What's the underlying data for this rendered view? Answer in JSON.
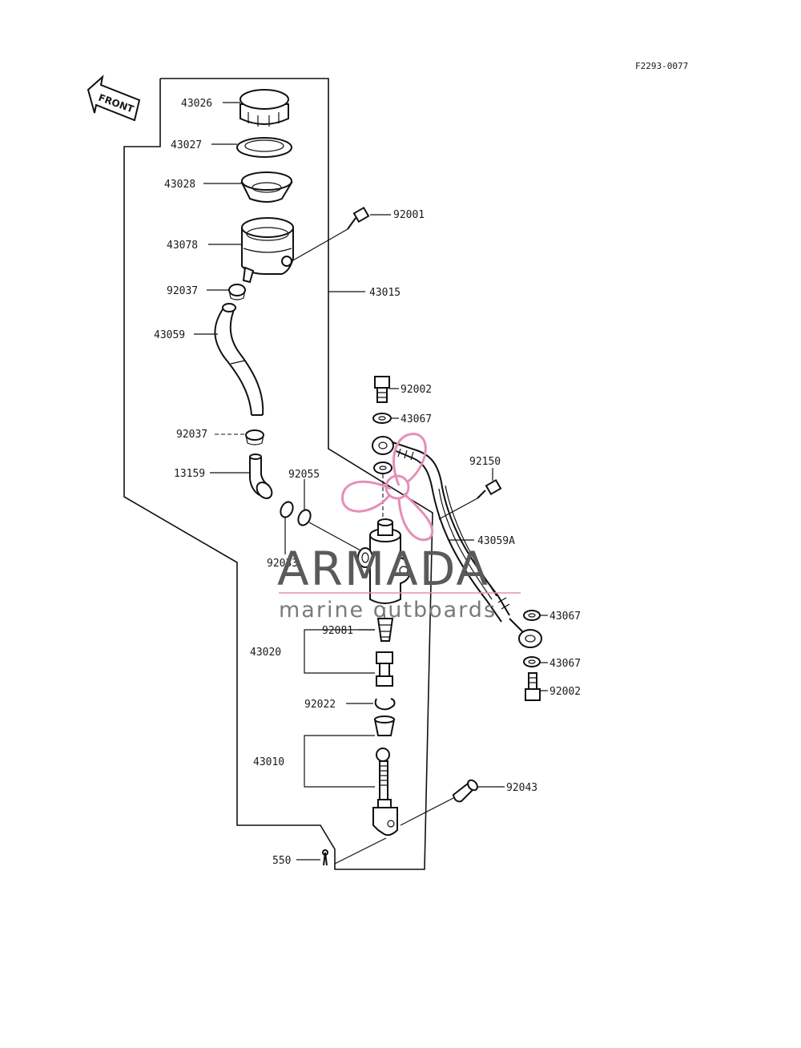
{
  "code": "F2293-0077",
  "front_label": "FRONT",
  "watermark": {
    "title": "ARMADA",
    "subtitle": "marine outboards",
    "title_color": "#5a5a5a",
    "subtitle_color": "#7a7a7a",
    "logo_color": "#e58fb6"
  },
  "labels": [
    {
      "id": "l-43026",
      "text": "43026"
    },
    {
      "id": "l-43027",
      "text": "43027"
    },
    {
      "id": "l-43028",
      "text": "43028"
    },
    {
      "id": "l-92001",
      "text": "92001"
    },
    {
      "id": "l-43078",
      "text": "43078"
    },
    {
      "id": "l-92037a",
      "text": "92037"
    },
    {
      "id": "l-43015",
      "text": "43015"
    },
    {
      "id": "l-43059",
      "text": "43059"
    },
    {
      "id": "l-92002a",
      "text": "92002"
    },
    {
      "id": "l-43067a",
      "text": "43067"
    },
    {
      "id": "l-92037b",
      "text": "92037"
    },
    {
      "id": "l-92150",
      "text": "92150"
    },
    {
      "id": "l-13159",
      "text": "13159"
    },
    {
      "id": "l-92055",
      "text": "92055"
    },
    {
      "id": "l-43059a",
      "text": "43059A"
    },
    {
      "id": "l-92033",
      "text": "92033"
    },
    {
      "id": "l-43067b",
      "text": "43067"
    },
    {
      "id": "l-92081",
      "text": "92081"
    },
    {
      "id": "l-43020",
      "text": "43020"
    },
    {
      "id": "l-43067c",
      "text": "43067"
    },
    {
      "id": "l-92002b",
      "text": "92002"
    },
    {
      "id": "l-92022",
      "text": "92022"
    },
    {
      "id": "l-43010",
      "text": "43010"
    },
    {
      "id": "l-92043",
      "text": "92043"
    },
    {
      "id": "l-550",
      "text": "550"
    }
  ]
}
